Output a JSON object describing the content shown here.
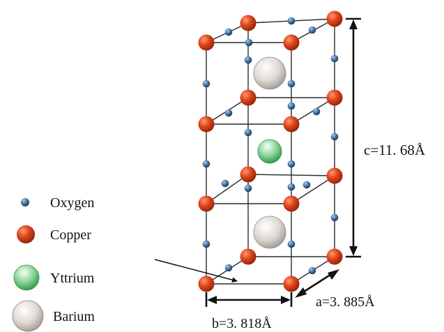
{
  "legend": {
    "oxygen": "Oxygen",
    "copper": "Copper",
    "yttrium": "Yttrium",
    "barium": "Barium"
  },
  "dimensions": {
    "c": "c=11. 68Å",
    "a": "a=3. 885Å",
    "b": "b=3. 818Å"
  },
  "colors": {
    "copper": "#d8431c",
    "oxygen": "#4a79a8",
    "yttrium": "#4eb56a",
    "barium": "#cfcac4"
  }
}
